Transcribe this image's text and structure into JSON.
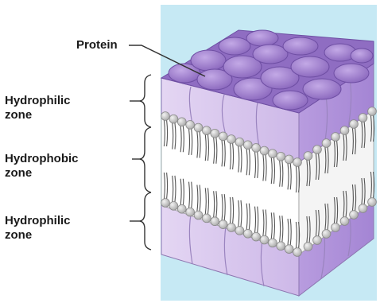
{
  "labels": {
    "protein": "Protein",
    "zone_top": {
      "line1": "Hydrophilic",
      "line2": "zone"
    },
    "zone_middle": {
      "line1": "Hydrophobic",
      "line2": "zone"
    },
    "zone_bottom": {
      "line1": "Hydrophilic",
      "line2": "zone"
    }
  },
  "colors": {
    "background_panel": "#c6e9f4",
    "protein_top": "#9a78c8",
    "protein_side": "#d9c8ee",
    "lipid_head": "#cfcfcf",
    "lipid_tail": "#555555"
  }
}
